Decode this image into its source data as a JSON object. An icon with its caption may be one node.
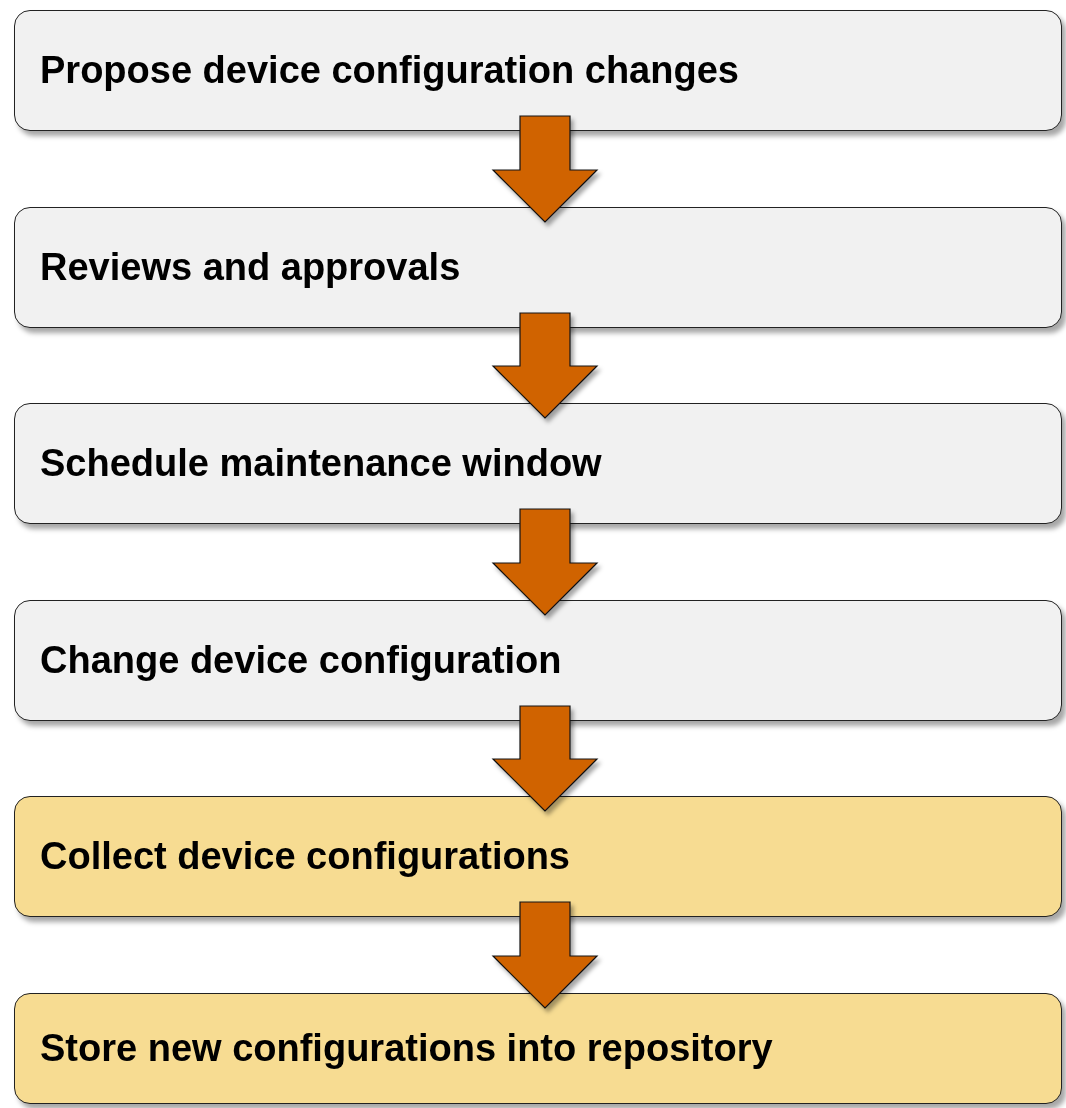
{
  "diagram": {
    "nodes": [
      {
        "text": [
          "Propose device configuration changes"
        ]
      },
      {
        "text": [
          "Reviews and approvals"
        ]
      },
      {
        "text": [
          "Schedule maintenance window"
        ]
      },
      {
        "text": [
          "Change device configuration"
        ]
      },
      {
        "text": [
          "Collect device configurations"
        ]
      },
      {
        "text": [
          "Store new configurations into repository"
        ]
      }
    ],
    "edges": [
      {
        "from": 0,
        "to": 1,
        "arrow": "to"
      },
      {
        "from": 1,
        "to": 2,
        "arrow": "to"
      },
      {
        "from": 2,
        "to": 3,
        "arrow": "to"
      },
      {
        "from": 3,
        "to": 4,
        "arrow": "to"
      },
      {
        "from": 4,
        "to": 5,
        "arrow": "to"
      }
    ]
  }
}
